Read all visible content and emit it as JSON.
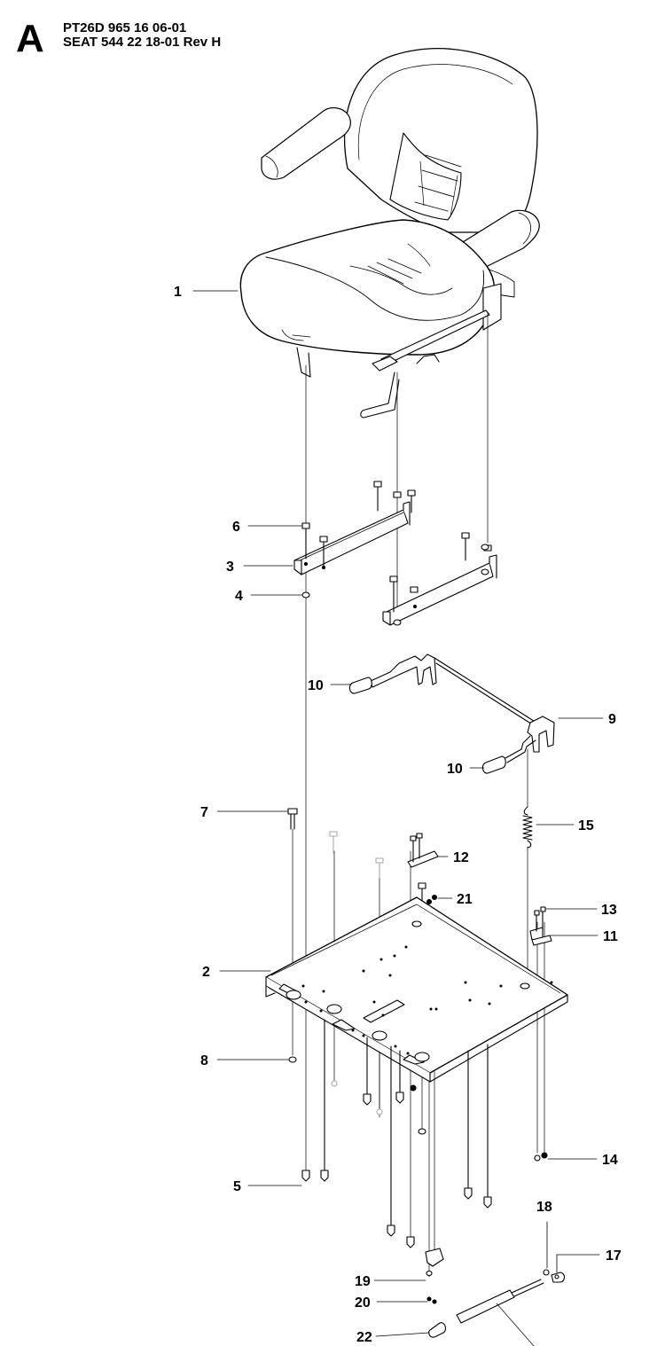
{
  "header": {
    "section_letter": "A",
    "line1": "PT26D 965 16 06-01",
    "line2": "SEAT 544 22 18-01 Rev H"
  },
  "callouts": [
    {
      "id": "1",
      "text": "1"
    },
    {
      "id": "2",
      "text": "2"
    },
    {
      "id": "3",
      "text": "3"
    },
    {
      "id": "4",
      "text": "4"
    },
    {
      "id": "5",
      "text": "5"
    },
    {
      "id": "6",
      "text": "6"
    },
    {
      "id": "7",
      "text": "7"
    },
    {
      "id": "8",
      "text": "8"
    },
    {
      "id": "9",
      "text": "9"
    },
    {
      "id": "10a",
      "text": "10"
    },
    {
      "id": "10b",
      "text": "10"
    },
    {
      "id": "11",
      "text": "11"
    },
    {
      "id": "12",
      "text": "12"
    },
    {
      "id": "13",
      "text": "13"
    },
    {
      "id": "14",
      "text": "14"
    },
    {
      "id": "15",
      "text": "15"
    },
    {
      "id": "17",
      "text": "17"
    },
    {
      "id": "18",
      "text": "18"
    },
    {
      "id": "19",
      "text": "19"
    },
    {
      "id": "20",
      "text": "20"
    },
    {
      "id": "21",
      "text": "21"
    },
    {
      "id": "22",
      "text": "22"
    }
  ]
}
